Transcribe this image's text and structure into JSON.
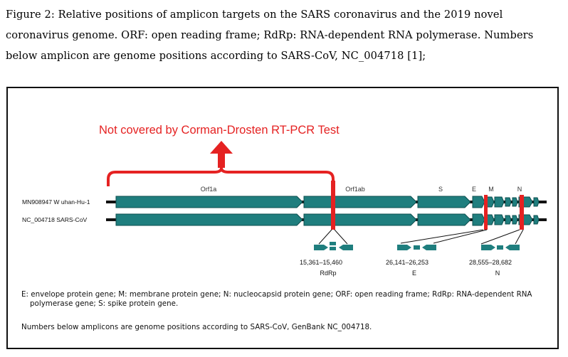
{
  "caption": {
    "lines": [
      "Figure 2: Relative positions of amplicon targets on the SARS coronavirus and the 2019 novel",
      "coronavirus genome. ORF: open reading frame; RdRp: RNA-dependent RNA polymerase. Numbers",
      "below amplicon are genome positions according to SARS-CoV, NC_004718 [1];"
    ]
  },
  "figure": {
    "annotation": "Not covered by Corman-Drosten RT-PCR Test",
    "genomes": [
      "MN908947 W uhan-Hu-1",
      "NC_004718 SARS-CoV"
    ],
    "gene_labels": [
      "Orf1a",
      "Orf1ab",
      "S",
      "E",
      "M",
      "N"
    ],
    "amplicons": [
      {
        "positions": "15,361–15,460",
        "gene": "RdRp"
      },
      {
        "positions": "26,141–26,253",
        "gene": "E"
      },
      {
        "positions": "28,555–28,682",
        "gene": "N"
      }
    ],
    "colors": {
      "genome": "#1f7e7e",
      "genome_edge": "#0d4f4f",
      "highlight": "#e52222",
      "backbone": "#111111"
    }
  },
  "footnotes": {
    "abbreviations_line1": "E: envelope protein gene; M: membrane protein gene; N: nucleocapsid protein gene; ORF: open reading frame; RdRp: RNA-dependent RNA",
    "abbreviations_line2": "polymerase gene; S: spike protein gene.",
    "positions_note": "Numbers below amplicons are genome positions according to SARS-CoV, GenBank NC_004718."
  }
}
